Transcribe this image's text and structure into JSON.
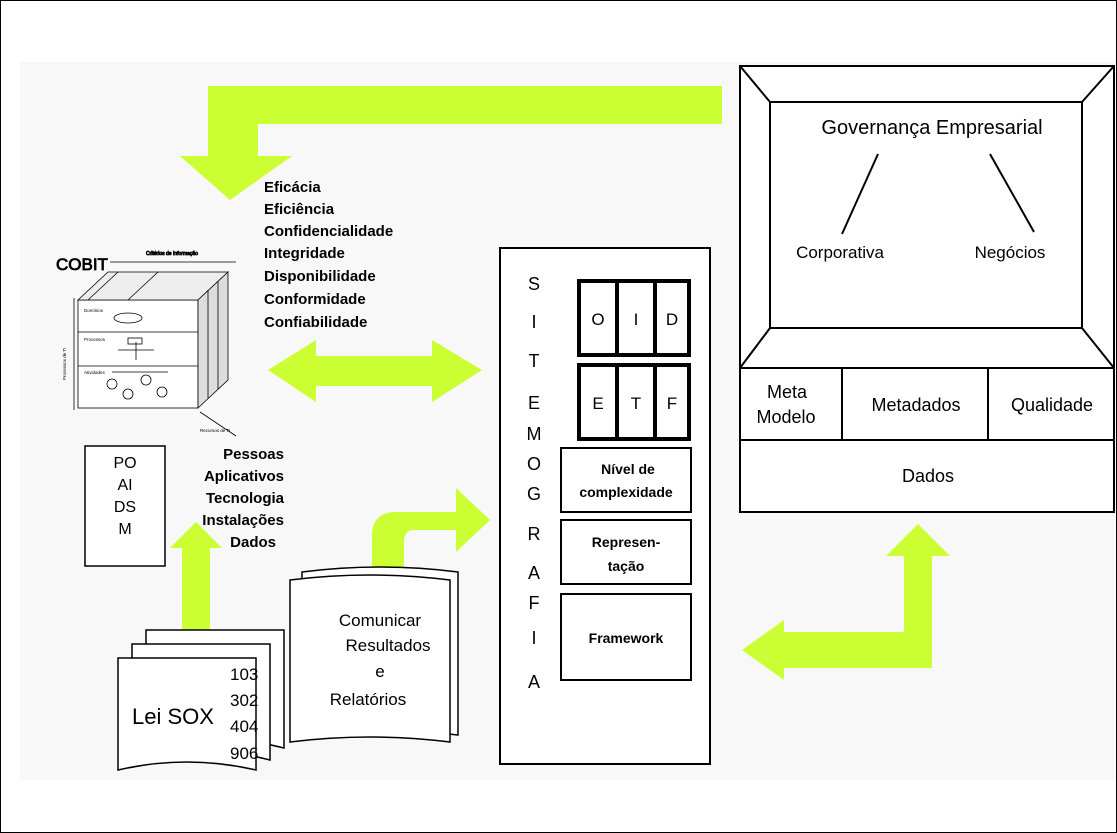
{
  "colors": {
    "arrow": "#ccff33",
    "background_band": "#f7f7f7",
    "line": "#000000"
  },
  "cobit": {
    "title": "COBIT",
    "cube_top_label": "Critérios de Informação",
    "cube_side_label": "Processos de TI",
    "cube_bottom_label": "Recursos de TI",
    "cube_row_labels": [
      "Domínios",
      "Processos",
      "Atividades"
    ],
    "criteria": [
      "Eficácia",
      "Eficiência",
      "Confidencialidade",
      "Integridade",
      "Disponibilidade",
      "Conformidade",
      "Confiabilidade"
    ],
    "domains": [
      "PO",
      "AI",
      "DS",
      "M"
    ],
    "resources": [
      "Pessoas",
      "Aplicativos",
      "Tecnologia",
      "Instalações",
      "Dados"
    ]
  },
  "sox": {
    "title": "Lei SOX",
    "sections": [
      "103",
      "302",
      "404",
      "906"
    ]
  },
  "communicate": [
    "Comunicar",
    "Resultados",
    "e",
    "Relatórios"
  ],
  "sitemografia": {
    "letters": [
      "S",
      "I",
      "T",
      "E",
      "M",
      "O",
      "G",
      "R",
      "A",
      "F",
      "I",
      "A"
    ],
    "row1": [
      "O",
      "I",
      "D"
    ],
    "row2": [
      "E",
      "T",
      "F"
    ],
    "complexity": [
      "Nível de",
      "complexidade"
    ],
    "representation": [
      "Represen-",
      "tação"
    ],
    "framework": "Framework"
  },
  "governance": {
    "title": "Governança Empresarial",
    "left": "Corporativa",
    "right": "Negócios",
    "meta": [
      "Meta",
      "Modelo"
    ],
    "metadados": "Metadados",
    "qualidade": "Qualidade",
    "dados": "Dados"
  }
}
